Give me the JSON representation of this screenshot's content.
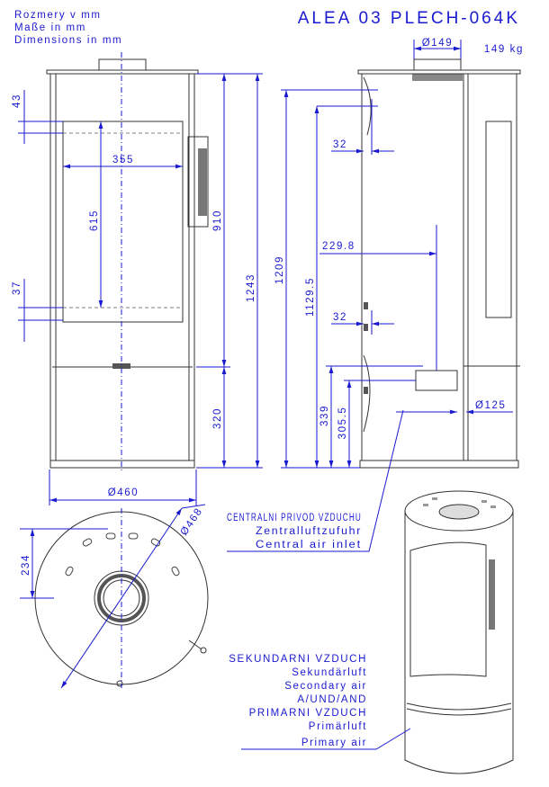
{
  "header": {
    "units_cz": "Rozmery v mm",
    "units_de": "Maße in mm",
    "units_en": "Dimensions in mm",
    "model_title": "ALEA 03 PLECH-064K",
    "weight": "149 kg"
  },
  "front_view": {
    "dim_43": "43",
    "dim_355": "355",
    "dim_615": "615",
    "dim_37": "37",
    "dim_910": "910",
    "dim_1243": "1243",
    "dim_320": "320",
    "dim_diameter_460": "Ø460"
  },
  "side_view": {
    "dim_flue_diameter": "Ø149",
    "dim_32_top": "32",
    "dim_229_8": "229.8",
    "dim_1209": "1209",
    "dim_1129_5": "1129.5",
    "dim_32_bottom": "32",
    "dim_339": "339",
    "dim_305_5": "305.5",
    "dim_inlet_diameter": "Ø125"
  },
  "top_view": {
    "dim_diameter_468": "Ø468",
    "dim_234": "234"
  },
  "callouts": {
    "central_air": [
      "CENTRALNI PRIVOD VZDUCHU",
      "Zentralluftzufuhr",
      "Central air inlet"
    ],
    "secondary_primary_air": [
      "SEKUNDARNI VZDUCH",
      "Sekundärluft",
      "Secondary air",
      "A/UND/AND",
      "PRIMARNI VZDUCH",
      "Primärluft",
      "Primary air"
    ]
  },
  "colors": {
    "annotation": "#1a1ad0",
    "outline": "#333333"
  }
}
